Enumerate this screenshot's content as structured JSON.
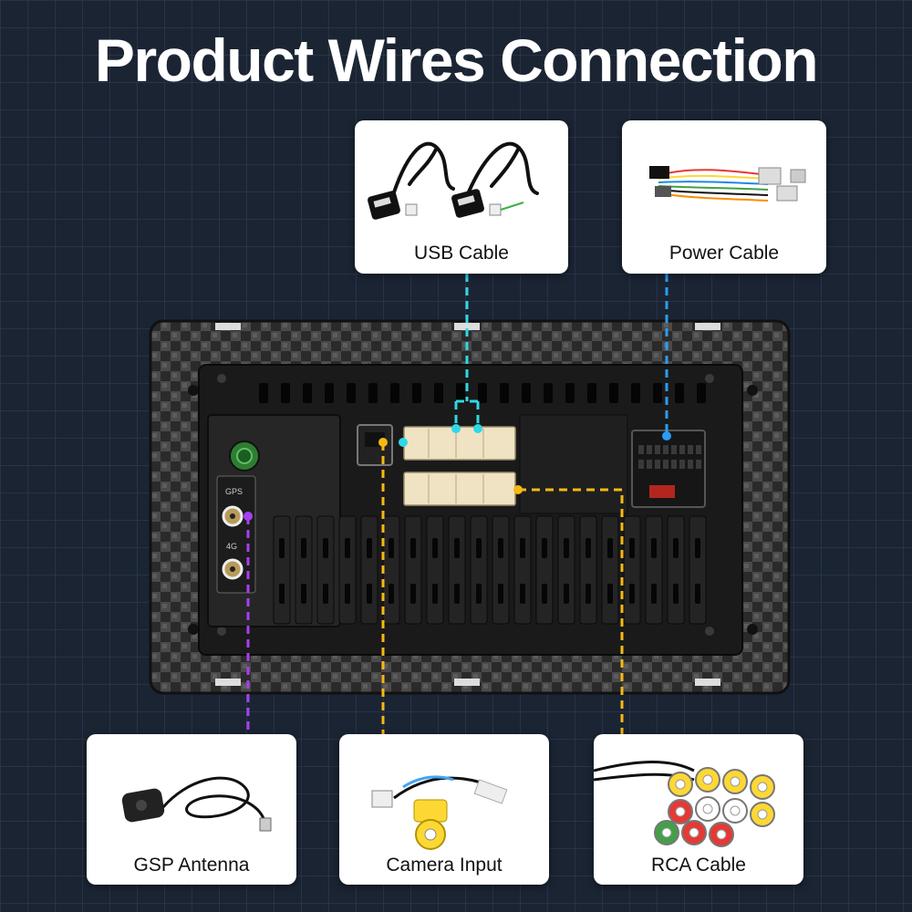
{
  "title": "Product Wires Connection",
  "labels": {
    "usb": "USB Cable",
    "power": "Power Cable",
    "gps": "GSP Antenna",
    "camera": "Camera Input",
    "rca": "RCA Cable"
  },
  "port_labels": {
    "gps": "GPS",
    "four_g": "4G"
  },
  "colors": {
    "background": "#1b2433",
    "usb_line": "#2fd8e6",
    "power_line": "#2a9df4",
    "gps_line": "#a640f0",
    "camera_line": "#f5b914",
    "rca_line": "#f5b914"
  }
}
